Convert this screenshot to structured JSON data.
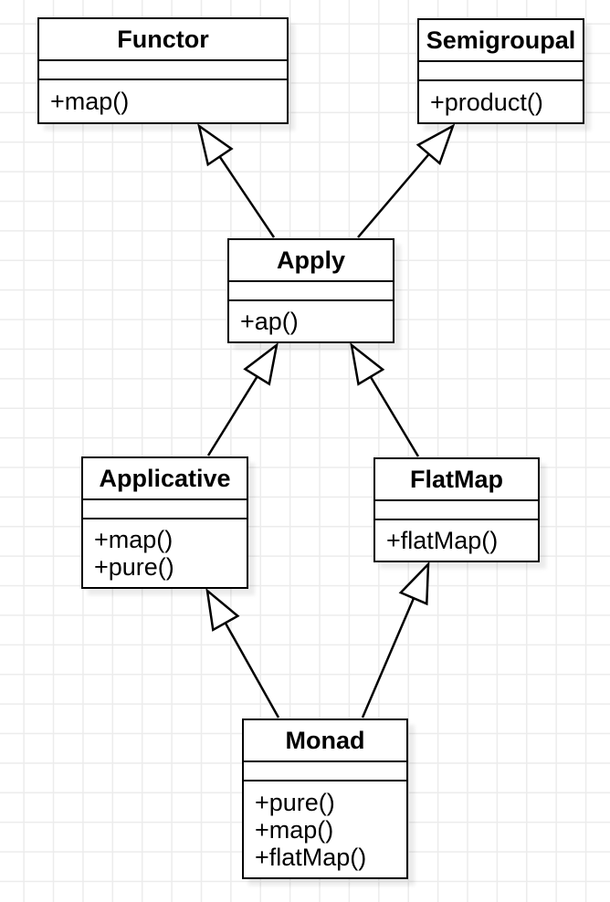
{
  "diagram": {
    "type": "uml-class-diagram",
    "classes": [
      {
        "name": "Functor",
        "attributes": [],
        "methods": [
          "+map()"
        ]
      },
      {
        "name": "Semigroupal",
        "attributes": [],
        "methods": [
          "+product()"
        ]
      },
      {
        "name": "Apply",
        "attributes": [],
        "methods": [
          "+ap()"
        ]
      },
      {
        "name": "Applicative",
        "attributes": [],
        "methods": [
          "+map()",
          "+pure()"
        ]
      },
      {
        "name": "FlatMap",
        "attributes": [],
        "methods": [
          "+flatMap()"
        ]
      },
      {
        "name": "Monad",
        "attributes": [],
        "methods": [
          "+pure()",
          "+map()",
          "+flatMap()"
        ]
      }
    ],
    "relations": [
      {
        "type": "generalization",
        "from": "Apply",
        "to": "Functor"
      },
      {
        "type": "generalization",
        "from": "Apply",
        "to": "Semigroupal"
      },
      {
        "type": "generalization",
        "from": "Applicative",
        "to": "Apply"
      },
      {
        "type": "generalization",
        "from": "FlatMap",
        "to": "Apply"
      },
      {
        "type": "generalization",
        "from": "Monad",
        "to": "Applicative"
      },
      {
        "type": "generalization",
        "from": "Monad",
        "to": "FlatMap"
      }
    ]
  },
  "colors": {
    "stroke": "#000000",
    "fill": "#ffffff",
    "grid": "#ececec",
    "shadow": "rgba(0,0,0,0.08)",
    "text": "#000000"
  }
}
